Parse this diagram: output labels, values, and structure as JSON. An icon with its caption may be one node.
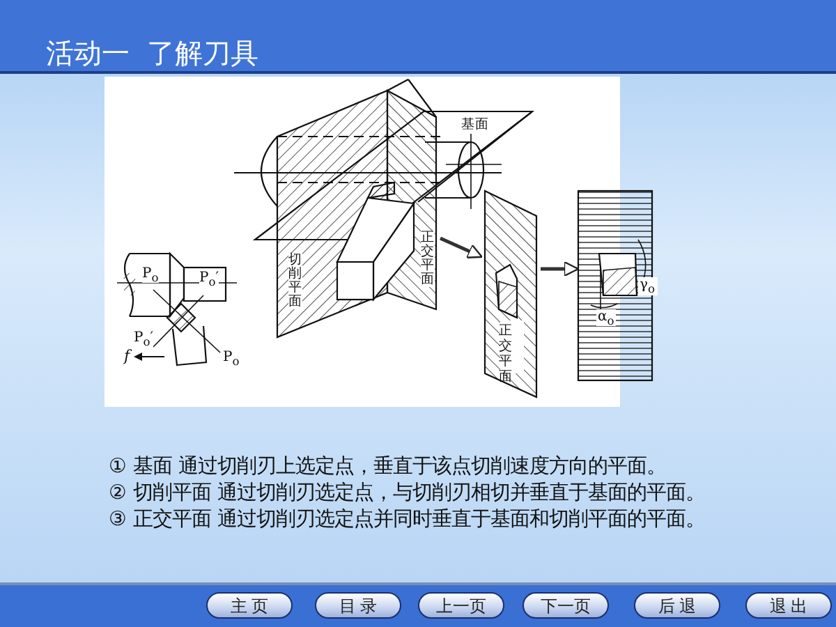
{
  "diagram": {
    "title": "活动一  了解刀具",
    "nodes": [
      {
        "text": [],
        "shape": "picture"
      },
      {
        "text": [
          "正交平面"
        ]
      },
      {
        "text": [],
        "shape": "picture"
      }
    ],
    "edges": [
      {
        "from": 0,
        "to": 1,
        "arrow": "to"
      },
      {
        "from": 1,
        "to": 2,
        "arrow": "to"
      }
    ],
    "labels": [
      "基面",
      "切削平面",
      "正交平面",
      "P$_{o}$",
      "P$_{o}$′",
      "P$_{o}$′",
      "f",
      "P$_{o}$",
      "γ$_{o}$",
      "α$_{o}$",
      "① 基面  通过切削刃上选定点，垂直于该点切削速度方向的平面。",
      "② 切削平面  通过切削刃选定点，与切削刃相切并垂直于基面的平面。",
      "③ 正交平面  通过切削刃选定点并同时垂直于基面和切削平面的平面。",
      "主 页",
      "目 录",
      "上一页",
      "下一页",
      "后 退",
      "退 出"
    ]
  }
}
